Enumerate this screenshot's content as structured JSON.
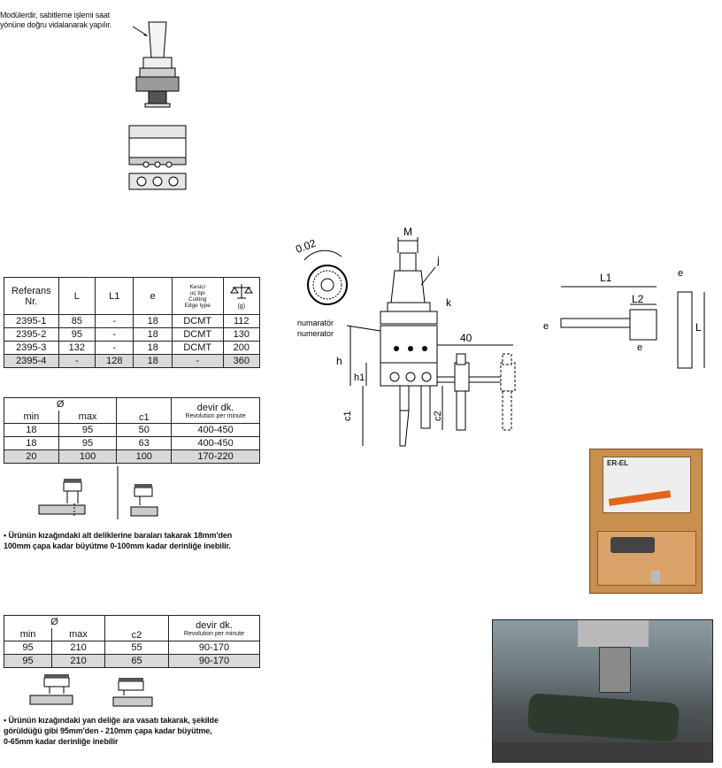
{
  "top_note": {
    "line1": "Modülerdir, sabitleme işlemi saat",
    "line2": "yönüne doğru vidalanarak yapılır."
  },
  "table1": {
    "headers": {
      "ref": "Referans Nr.",
      "l": "L",
      "l1": "L1",
      "e": "e",
      "edge_tr1": "Kesici",
      "edge_tr2": "uç tipi",
      "edge_en1": "Cutting",
      "edge_en2": "Edge type",
      "weight": "(g)"
    },
    "rows": [
      {
        "ref": "2395-1",
        "l": "85",
        "l1": "-",
        "e": "18",
        "edge": "DCMT",
        "w": "112"
      },
      {
        "ref": "2395-2",
        "l": "95",
        "l1": "-",
        "e": "18",
        "edge": "DCMT",
        "w": "130"
      },
      {
        "ref": "2395-3",
        "l": "132",
        "l1": "-",
        "e": "18",
        "edge": "DCMT",
        "w": "200"
      },
      {
        "ref": "2395-4",
        "l": "-",
        "l1": "128",
        "e": "18",
        "edge": "-",
        "w": "360"
      }
    ]
  },
  "table2": {
    "headers": {
      "dia": "Ø",
      "min": "min",
      "max": "max",
      "c": "c1",
      "rev_tr": "devir dk.",
      "rev_en": "Revolution per minute"
    },
    "rows": [
      {
        "min": "18",
        "max": "95",
        "c": "50",
        "rev": "400-450"
      },
      {
        "min": "18",
        "max": "95",
        "c": "63",
        "rev": "400-450"
      },
      {
        "min": "20",
        "max": "100",
        "c": "100",
        "rev": "170-220"
      }
    ]
  },
  "para1": {
    "line1": "• Ürünün kızağındaki alt deliklerine baraları takarak 18mm'den",
    "line2": "100mm çapa kadar büyütme 0-100mm kadar derinliğe inebilir."
  },
  "table3": {
    "headers": {
      "dia": "Ø",
      "min": "min",
      "max": "max",
      "c": "c2",
      "rev_tr": "devir dk.",
      "rev_en": "Revolution per minute"
    },
    "rows": [
      {
        "min": "95",
        "max": "210",
        "c": "55",
        "rev": "90-170"
      },
      {
        "min": "95",
        "max": "210",
        "c": "65",
        "rev": "90-170"
      }
    ]
  },
  "para2": {
    "line1": "• Ürünün kızağındaki yan deliğe ara vasatı takarak, şekilde",
    "line2": "görüldüğü gibi 95mm'den - 210mm çapa kadar büyütme,",
    "line3": "0-65mm kadar derinliğe inebilir"
  },
  "drawing": {
    "m": "M",
    "j": "j",
    "k": "k",
    "h": "h",
    "h1": "h1",
    "c1": "c1",
    "c2": "c2",
    "dim40": "40",
    "precision": "0.02",
    "numerator_tr": "numaratör",
    "numerator_en": "numerator",
    "bar_l1": "L1",
    "bar_l2": "L2",
    "bar_e": "e",
    "bar_l": "L"
  },
  "box_brand": "ER-EL"
}
